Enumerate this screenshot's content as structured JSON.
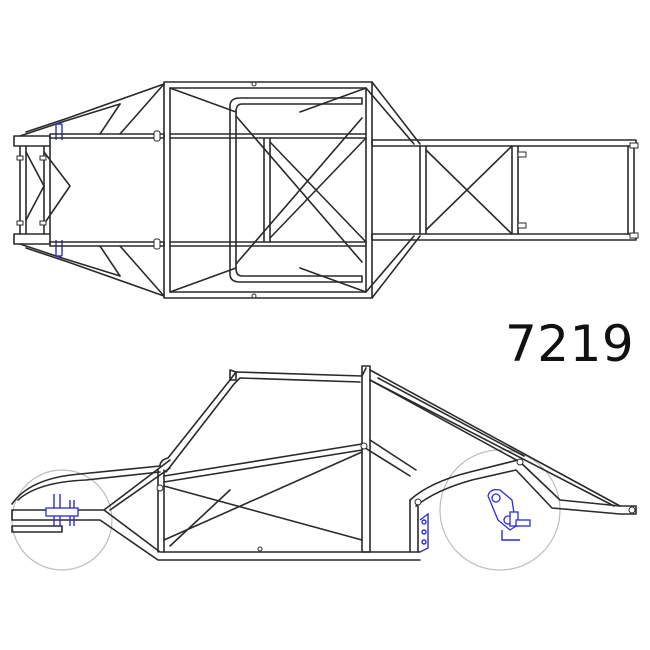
{
  "model_number": "7219",
  "drawing": {
    "views": [
      "top-view",
      "side-view"
    ],
    "line_color": "#2a2a2a",
    "accent_color": "#2b2bd9",
    "wheel_outline_color": "#bdbdbd",
    "background": "#ffffff"
  }
}
